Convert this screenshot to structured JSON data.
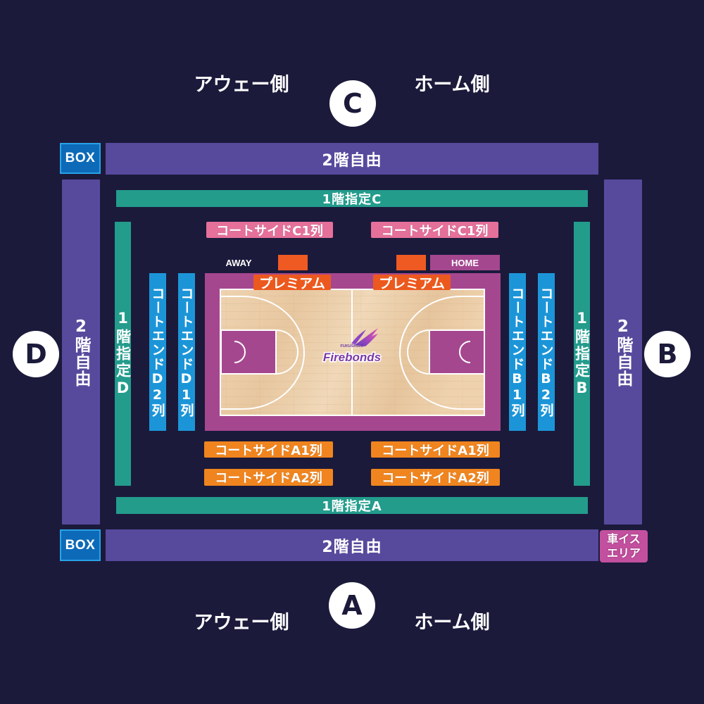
{
  "map": {
    "top": {
      "away_side": "アウェー側",
      "home_side": "ホーム側",
      "stand": "C"
    },
    "bottom": {
      "away_side": "アウェー側",
      "home_side": "ホーム側",
      "stand": "A"
    },
    "left": {
      "stand": "D"
    },
    "right": {
      "stand": "B"
    }
  },
  "sections": {
    "box_top": "BOX",
    "box_bottom": "BOX",
    "second_floor_free_top": "2階自由",
    "second_floor_free_bottom": "2階自由",
    "second_floor_free_left": "2階自由",
    "second_floor_free_right": "2階自由",
    "first_floor_c": "1階指定C",
    "first_floor_a": "1階指定A",
    "first_floor_d": "1階指定D",
    "first_floor_b": "1階指定B",
    "court_end_d2": "コートエンドD2列",
    "court_end_d1": "コートエンドD1列",
    "court_end_b1": "コートエンドB1列",
    "court_end_b2": "コートエンドB2列",
    "court_side_c1_left": "コートサイドC1列",
    "court_side_c1_right": "コートサイドC1列",
    "court_side_a1_left": "コートサイドA1列",
    "court_side_a1_right": "コートサイドA1列",
    "court_side_a2_left": "コートサイドA2列",
    "court_side_a2_right": "コートサイドA2列",
    "premium_left": "プレミアム",
    "premium_right": "プレミアム",
    "wheelchair_area": [
      "車イス",
      "エリア"
    ]
  },
  "court": {
    "away_label": "AWAY",
    "home_label": "HOME",
    "logo": {
      "region": "FUKUSHIMA",
      "name": "Firebonds"
    }
  },
  "colors": {
    "background": "#1b1a3b",
    "second_floor": "#574a9d",
    "first_floor": "#239c8c",
    "court_end": "#1c95d8",
    "court_side_c": "#e5709a",
    "court_side_a": "#f0851f",
    "premium": "#ec591e",
    "court_frame": "#a5478f",
    "bench": "#ef5a23",
    "box": "#0d6ab8",
    "wheelchair": "#c2509e",
    "wood": "#ecd0ad"
  }
}
